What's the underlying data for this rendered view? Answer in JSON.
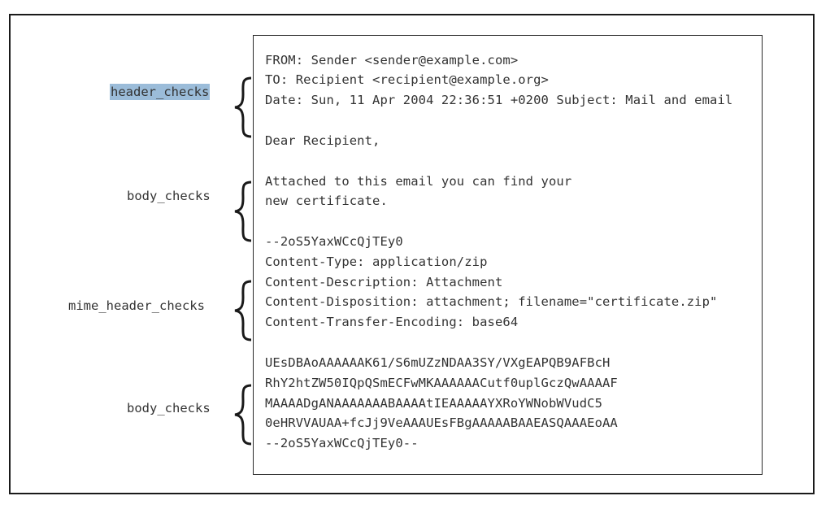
{
  "labels": {
    "header": "header_checks",
    "body1": "body_checks",
    "mime": "mime_header_checks",
    "body2": "body_checks"
  },
  "email": {
    "lines": [
      "FROM: Sender <sender@example.com>",
      "TO: Recipient <recipient@example.org>",
      "Date: Sun, 11 Apr 2004 22:36:51 +0200 Subject: Mail and email",
      "",
      "Dear Recipient,",
      "",
      "Attached to this email you can find your",
      "new certificate.",
      "",
      "--2oS5YaxWCcQjTEy0",
      "Content-Type: application/zip",
      "Content-Description: Attachment",
      "Content-Disposition: attachment; filename=\"certificate.zip\"",
      "Content-Transfer-Encoding: base64",
      "",
      "UEsDBAoAAAAAAK61/S6mUZzNDAA3SY/VXgEAPQB9AFBcH",
      "RhY2htZW50IQpQSmECFwMKAAAAAACutf0uplGczQwAAAAF",
      "MAAAADgANAAAAAAABAAAAtIEAAAAAYXRoYWNobWVudC5",
      "0eHRVVAUAA+fcJj9VeAAAUEsFBgAAAAABAAEASQAAAEoAA",
      "--2oS5YaxWCcQjTEy0--"
    ]
  },
  "colors": {
    "highlight": "#9bbcd9",
    "border": "#1a1a1a",
    "text": "#333333"
  }
}
